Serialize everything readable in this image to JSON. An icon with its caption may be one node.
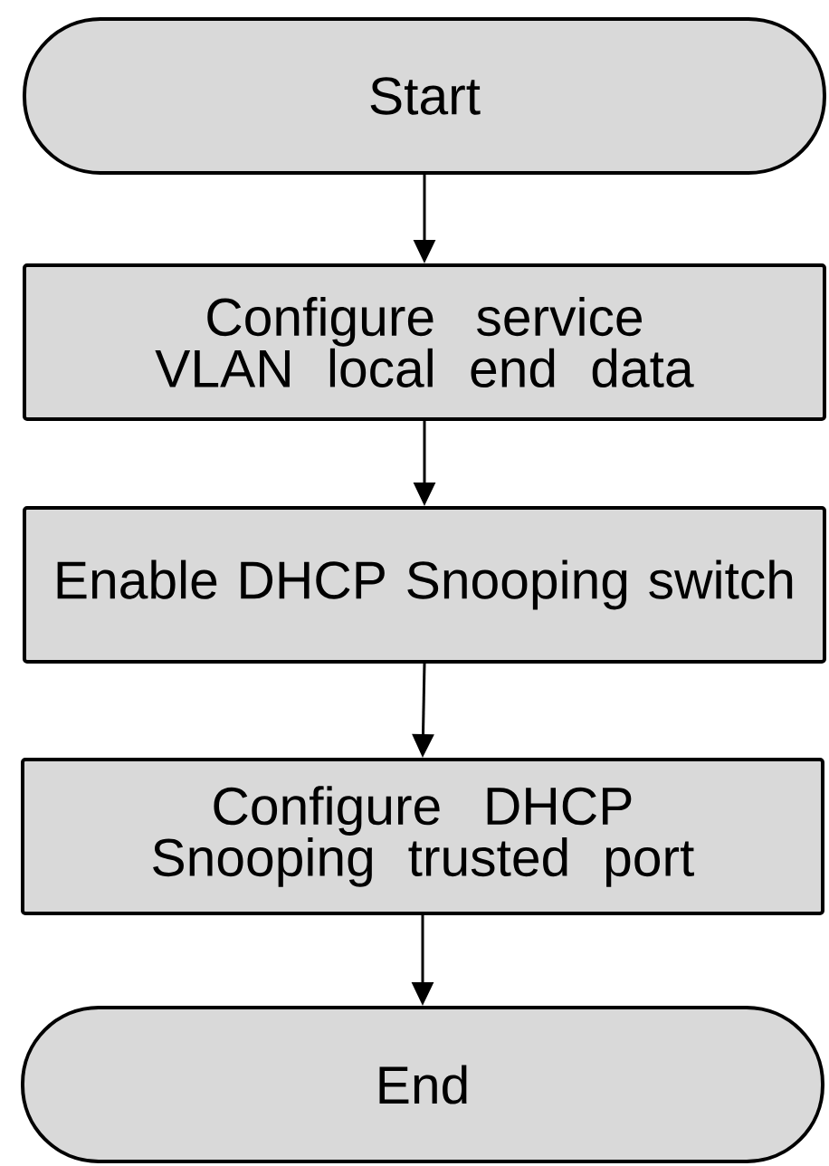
{
  "diagram": {
    "nodes": [
      {
        "text": [
          "Start"
        ]
      },
      {
        "text": [
          "Configure service VLAN local end data"
        ]
      },
      {
        "text": [
          "Enable DHCP Snooping switch"
        ]
      },
      {
        "text": [
          "Configure DHCP Snooping trusted port"
        ]
      },
      {
        "text": [
          "End"
        ]
      }
    ],
    "edges": [
      {
        "from": 0,
        "to": 1,
        "arrow": "to"
      },
      {
        "from": 1,
        "to": 2,
        "arrow": "to"
      },
      {
        "from": 2,
        "to": 3,
        "arrow": "to"
      },
      {
        "from": 3,
        "to": 4,
        "arrow": "to"
      }
    ]
  }
}
